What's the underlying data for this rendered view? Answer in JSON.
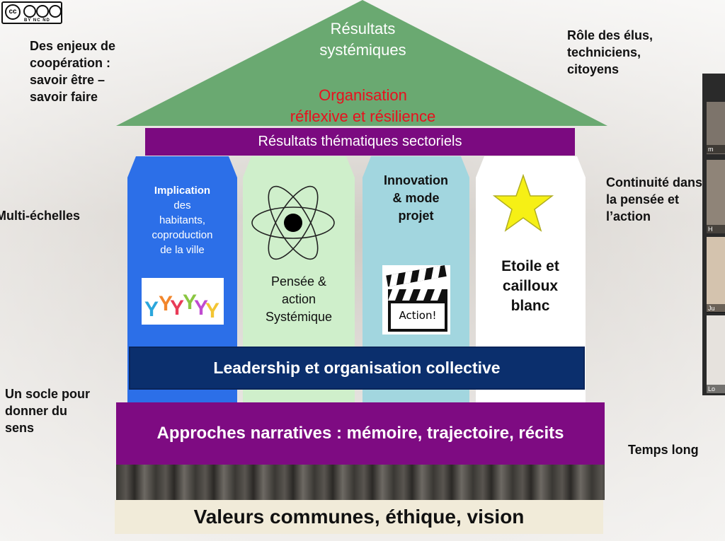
{
  "license": {
    "tags": "BY NC ND",
    "cc": "cc"
  },
  "side": {
    "top_left": "Des enjeux de\ncoopération :\nsavoir être –\nsavoir faire",
    "top_right": "Rôle des élus,\ntechniciens,\ncitoyens",
    "mid_left": "Multi-échelles",
    "mid_right": "Continuité dans\nla pensée et\nl’action",
    "bottom_left": "Un socle pour\ndonner du\nsens",
    "bottom_right": "Temps long"
  },
  "roof": {
    "title": "Résultats\nsystémiques",
    "subtitle": "Organisation\nréflexive et résilience"
  },
  "bands": {
    "sector": "Résultats thématiques sectoriels",
    "leadership": "Leadership et organisation collective",
    "narratives": "Approches narratives : mémoire, trajectoire, récits",
    "values": "Valeurs communes, éthique, vision"
  },
  "pillars": [
    {
      "title": "Implication",
      "text": "des\nhabitants,\ncoproduction\nde la ville",
      "color": "#2c6fe8"
    },
    {
      "text": "Pensée &\naction\nSystémique",
      "color": "#cfefcb"
    },
    {
      "title": "Innovation\n& mode\nprojet",
      "color": "#a2d6df"
    },
    {
      "text": "Etoile et\ncailloux\nblanc",
      "color": "#ffffff"
    }
  ],
  "clapper": {
    "label": "Action!"
  },
  "video_panel": {
    "participants": [
      "m",
      "H",
      "Ju",
      "Lo"
    ]
  },
  "colors": {
    "roof": "#6aa971",
    "purple": "#7b0a80",
    "navy": "#0b2f6d",
    "star": "#f6f015"
  }
}
